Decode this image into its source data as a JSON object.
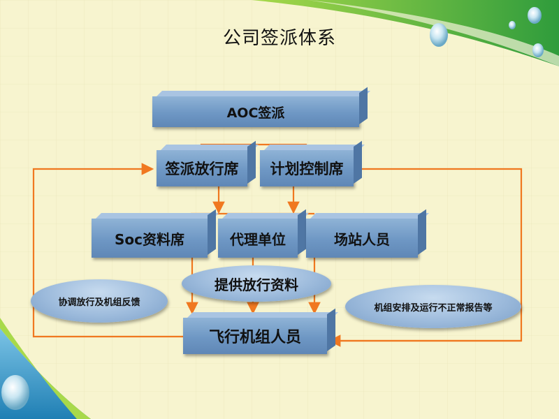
{
  "title": "公司签派体系",
  "nodes": {
    "aoc": "AOC签派",
    "dispatch_release": "签派放行席",
    "plan_control": "计划控制席",
    "soc_data": "Soc资料席",
    "agent": "代理单位",
    "station": "场站人员",
    "crew": "飞行机组人员"
  },
  "labels": {
    "release_data": "提供放行资料",
    "coord_feedback": "协调放行及机组反馈",
    "crew_arrange": "机组安排及运行不正常报告等"
  },
  "colors": {
    "box": "#6e97c4",
    "arrow": "#f07820",
    "background": "#f7f4cf",
    "swoosh": "#2f9c3c"
  },
  "decor": [
    "water-drop",
    "water-drop",
    "water-drop",
    "water-drop"
  ]
}
